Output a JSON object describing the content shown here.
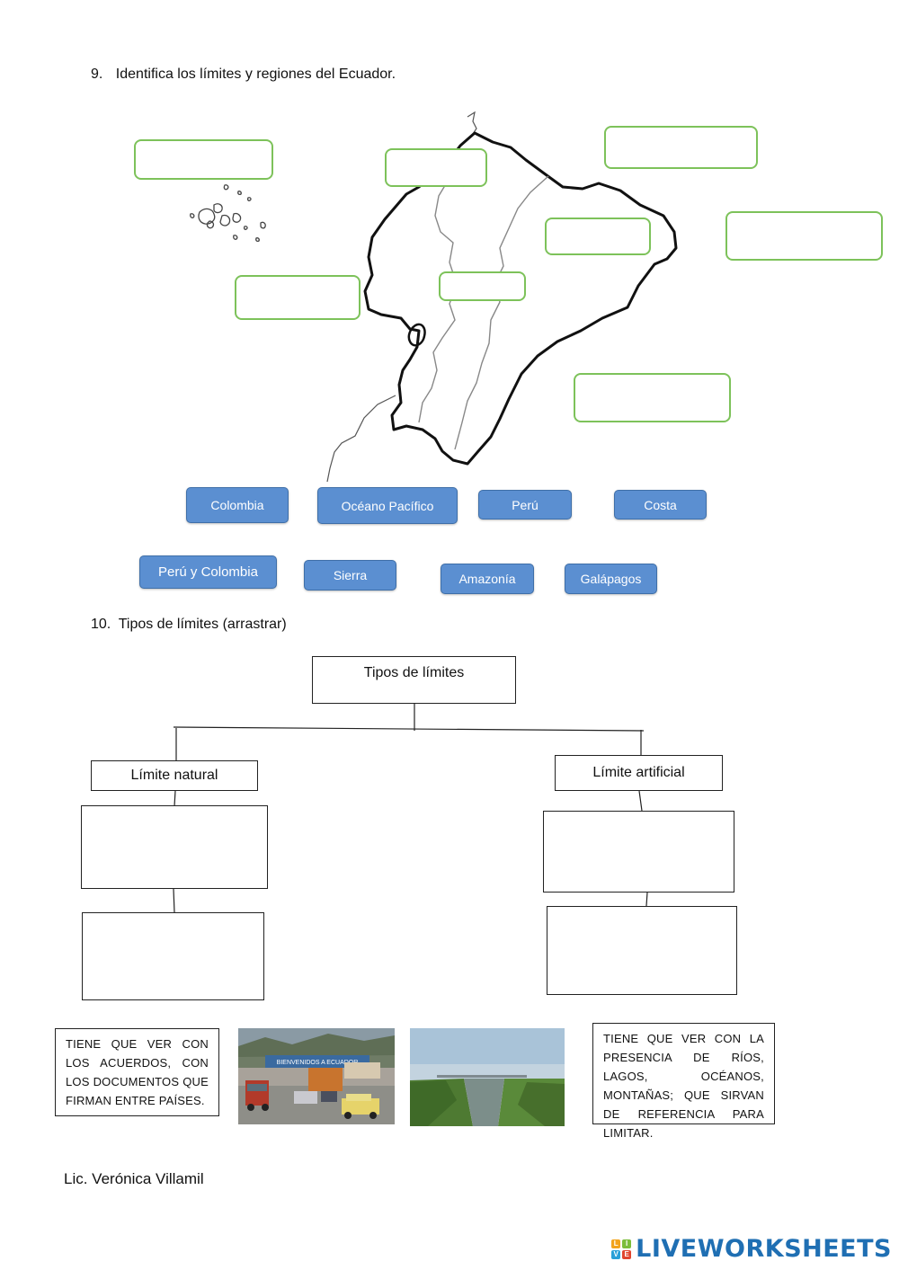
{
  "question9": {
    "number": "9.",
    "text": "Identifica los límites y regiones del Ecuador."
  },
  "chips": [
    "Colombia",
    "Océano Pacífico",
    "Perú",
    "Costa",
    "Perú y Colombia",
    "Sierra",
    "Amazonía",
    "Galápagos"
  ],
  "question10": {
    "number": "10.",
    "text": "Tipos de límites (arrastrar)"
  },
  "diagram": {
    "root": "Tipos de límites",
    "left": "Límite natural",
    "right": "Límite artificial"
  },
  "cards": {
    "artificial_text": "TIENE QUE VER CON LOS ACUERDOS, CON LOS DOCUMENTOS QUE FIRMAN ENTRE PAÍSES.",
    "natural_text": "TIENE QUE VER CON LA PRESENCIA DE RÍOS, LAGOS, OCÉANOS, MONTAÑAS; QUE SIRVAN DE REFERENCIA PARA LIMITAR.",
    "border_sign": "BIENVENIDOS A ECUADOR"
  },
  "signature": "Lic. Verónica Villamil",
  "brand": {
    "name": "LIVEWORKSHEETS",
    "logo_letters": [
      "L",
      "I",
      "V",
      "E"
    ]
  },
  "colors": {
    "chip_blue": "#5b8fd1",
    "dropzone_green": "#7dc25a",
    "brand_blue": "#1f6fb3"
  }
}
